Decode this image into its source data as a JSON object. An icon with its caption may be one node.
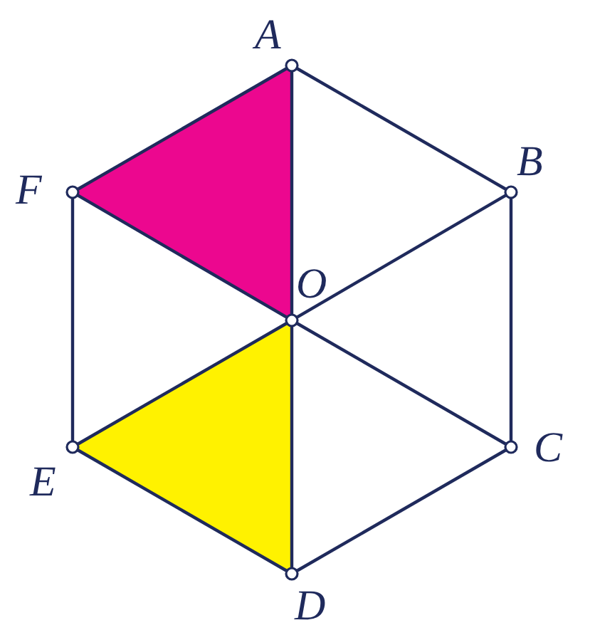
{
  "diagram": {
    "nodes": [
      {
        "text": [],
        "shape": "circle",
        "beside": [
          "A"
        ]
      },
      {
        "text": [],
        "shape": "circle",
        "beside": [
          "B"
        ]
      },
      {
        "text": [],
        "shape": "circle",
        "beside": [
          "C"
        ]
      },
      {
        "text": [],
        "shape": "circle",
        "beside": [
          "D"
        ]
      },
      {
        "text": [],
        "shape": "circle",
        "beside": [
          "E"
        ]
      },
      {
        "text": [],
        "shape": "circle",
        "beside": [
          "F"
        ]
      },
      {
        "text": [],
        "shape": "circle",
        "beside": [
          "O"
        ]
      }
    ],
    "edges": [
      {
        "from": 0,
        "to": 1,
        "arrow": "none"
      },
      {
        "from": 1,
        "to": 2,
        "arrow": "none"
      },
      {
        "from": 2,
        "to": 3,
        "arrow": "none"
      },
      {
        "from": 3,
        "to": 4,
        "arrow": "none"
      },
      {
        "from": 4,
        "to": 5,
        "arrow": "none"
      },
      {
        "from": 5,
        "to": 0,
        "arrow": "none"
      },
      {
        "from": 6,
        "to": 0,
        "arrow": "none"
      },
      {
        "from": 6,
        "to": 1,
        "arrow": "none"
      },
      {
        "from": 6,
        "to": 2,
        "arrow": "none"
      },
      {
        "from": 6,
        "to": 3,
        "arrow": "none"
      },
      {
        "from": 6,
        "to": 4,
        "arrow": "none"
      },
      {
        "from": 6,
        "to": 5,
        "arrow": "none"
      }
    ]
  }
}
